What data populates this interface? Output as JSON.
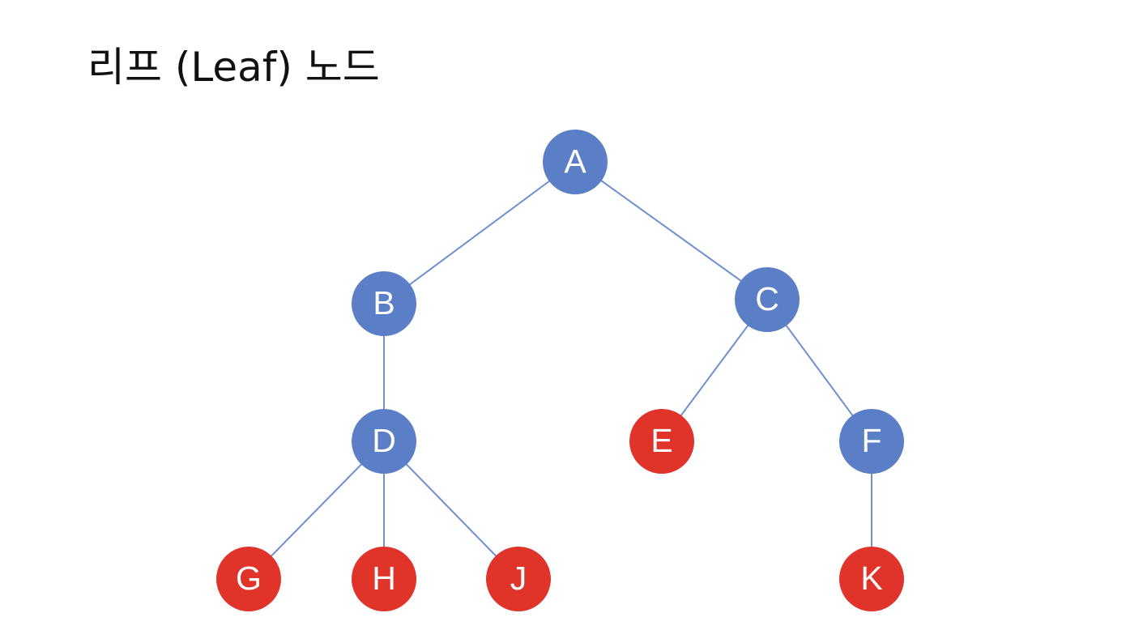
{
  "slide": {
    "title": "리프 (Leaf) 노드"
  },
  "colors": {
    "internal_node": "#5b7fc7",
    "leaf_node": "#e0332a",
    "edge": "#6e8fd0",
    "label": "#ffffff"
  },
  "tree": {
    "nodes": [
      {
        "id": "A",
        "label": "A",
        "leaf": false
      },
      {
        "id": "B",
        "label": "B",
        "leaf": false
      },
      {
        "id": "C",
        "label": "C",
        "leaf": false
      },
      {
        "id": "D",
        "label": "D",
        "leaf": false
      },
      {
        "id": "E",
        "label": "E",
        "leaf": true
      },
      {
        "id": "F",
        "label": "F",
        "leaf": false
      },
      {
        "id": "G",
        "label": "G",
        "leaf": true
      },
      {
        "id": "H",
        "label": "H",
        "leaf": true
      },
      {
        "id": "J",
        "label": "J",
        "leaf": true
      },
      {
        "id": "K",
        "label": "K",
        "leaf": true
      }
    ],
    "edges": [
      [
        "A",
        "B"
      ],
      [
        "A",
        "C"
      ],
      [
        "B",
        "D"
      ],
      [
        "C",
        "E"
      ],
      [
        "C",
        "F"
      ],
      [
        "D",
        "G"
      ],
      [
        "D",
        "H"
      ],
      [
        "D",
        "J"
      ],
      [
        "F",
        "K"
      ]
    ]
  }
}
